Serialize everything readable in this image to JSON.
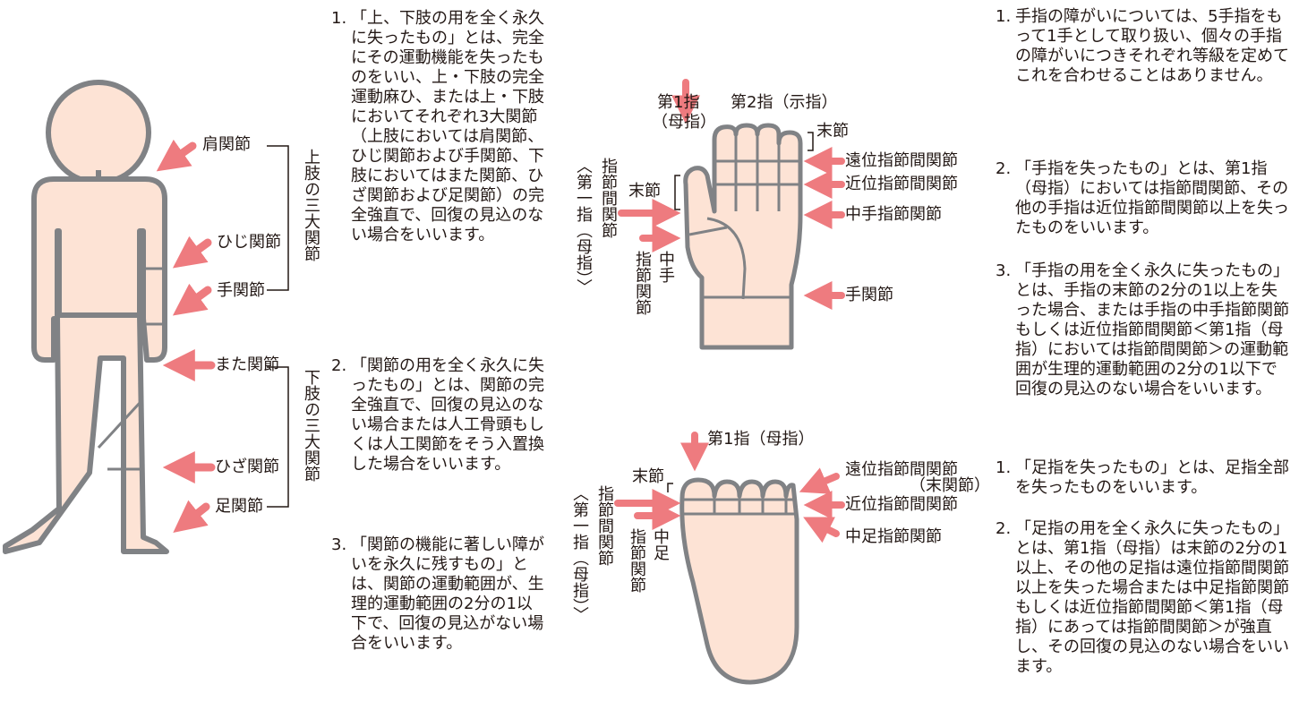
{
  "body_labels": {
    "shoulder": "肩関節",
    "elbow": "ひじ関節",
    "wrist": "手関節",
    "hip": "また関節",
    "knee": "ひざ関節",
    "ankle": "足関節",
    "upper_three": "上肢の三大関節",
    "lower_three": "下肢の三大関節"
  },
  "hand_labels": {
    "finger1": "第1指",
    "finger1_paren": "（母指）",
    "finger2": "第2指（示指）",
    "tip": "末節",
    "dip": "遠位指節間関節",
    "pip": "近位指節間関節",
    "mp": "中手指節関節",
    "wrist": "手関節",
    "tip_left": "末節",
    "ip_v": "指節間関節",
    "thumb_v": "〈第一指（母指）〉",
    "cmp_v": "中手",
    "cmp_v2": "指節関節"
  },
  "foot_labels": {
    "finger1": "第1指（母指）",
    "tip": "末節",
    "dip": "遠位指節間関節",
    "dip_sub": "（末関節）",
    "pip": "近位指節間関節",
    "mtp": "中足指節関節",
    "ip_v": "指節間関節",
    "thumb_v": "〈第一指（母指）〉",
    "mt_v": "中足",
    "mt_v2": "指節関節"
  },
  "notes_joint": [
    {
      "num": "1.",
      "text": "「上、下肢の用を全く永久に失ったもの」とは、完全にその運動機能を失ったものをいい、上・下肢の完全運動麻ひ、または上・下肢においてそれぞれ3大関節（上肢においては肩関節、ひじ関節および手関節、下肢においてはまた関節、ひざ関節および足関節）の完全強直で、回復の見込のない場合をいいます。"
    },
    {
      "num": "2.",
      "text": "「関節の用を全く永久に失ったもの」とは、関節の完全強直で、回復の見込のない場合または人工骨頭もしくは人工関節をそう入置換した場合をいいます。"
    },
    {
      "num": "3.",
      "text": "「関節の機能に著しい障がいを永久に残すもの」とは、関節の運動範囲が、生理的運動範囲の2分の1以下で、回復の見込がない場合をいいます。"
    }
  ],
  "notes_hand": [
    {
      "num": "1.",
      "text": "手指の障がいについては、5手指をもって1手として取り扱い、個々の手指の障がいにつきそれぞれ等級を定めてこれを合わせることはありません。"
    },
    {
      "num": "2.",
      "text": "「手指を失ったもの」とは、第1指（母指）においては指節間関節、その他の手指は近位指節間関節以上を失ったものをいいます。"
    },
    {
      "num": "3.",
      "text": "「手指の用を全く永久に失ったもの」とは、手指の末節の2分の1以上を失った場合、または手指の中手指節関節もしくは近位指節間関節＜第1指（母指）においては指節間関節＞の運動範囲が生理的運動範囲の2分の1以下で回復の見込のない場合をいいます。"
    }
  ],
  "notes_foot": [
    {
      "num": "1.",
      "text": "「足指を失ったもの」とは、足指全部を失ったものをいいます。"
    },
    {
      "num": "2.",
      "text": "「足指の用を全く永久に失ったもの」とは、第1指（母指）は末節の2分の1以上、その他の足指は遠位指節間関節以上を失った場合または中足指節関節もしくは近位指節間関節＜第1指（母指）にあっては指節間関節＞が強直し、その回復の見込のない場合をいいます。"
    }
  ],
  "colors": {
    "skin": "#fde3d5",
    "outline": "#808285",
    "arrow": "#ee7b7f",
    "text": "#231815"
  }
}
